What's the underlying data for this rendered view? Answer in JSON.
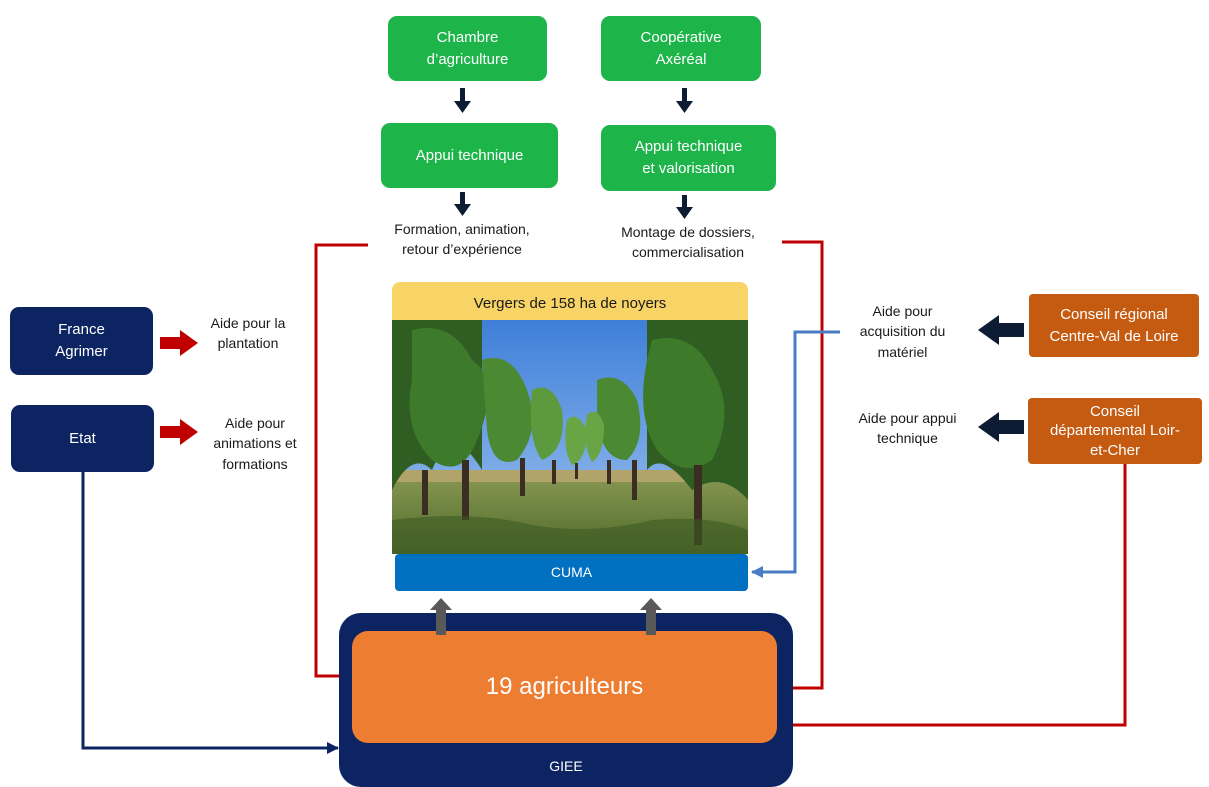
{
  "top": {
    "chambre": "Chambre\nd’agriculture",
    "axereal": "Coopérative\nAxéréal",
    "appui_technique": "Appui technique",
    "appui_valorisation": "Appui technique\net valorisation",
    "formation_label": "Formation, animation,\nretour d’expérience",
    "montage_label": "Montage de dossiers,\ncommercialisation"
  },
  "left": {
    "france_agrimer": "France\nAgrimer",
    "etat": "Etat",
    "aide_plantation": "Aide pour la\nplantation",
    "aide_animations": "Aide pour\nanimations et\nformations"
  },
  "right": {
    "conseil_regional": "Conseil régional\nCentre-Val de Loire",
    "conseil_departemental": "Conseil\ndépartemental Loir-\net-Cher",
    "aide_materiel": "Aide pour\nacquisition du\nmatériel",
    "aide_appui": "Aide pour appui\ntechnique"
  },
  "center": {
    "vergers_banner": "Vergers de 158 ha de noyers",
    "cuma": "CUMA",
    "agriculteurs": "19 agriculteurs",
    "giee": "GIEE"
  },
  "colors": {
    "green": "#1db44a",
    "navy": "#0c2461",
    "rust": "#c55a11",
    "orange": "#ed7d31",
    "blue": "#0070c0",
    "yellow": "#f8d467",
    "red_arrow": "#c00000",
    "light_blue_line": "#4a7cc6",
    "grey_arrow": "#595959"
  }
}
